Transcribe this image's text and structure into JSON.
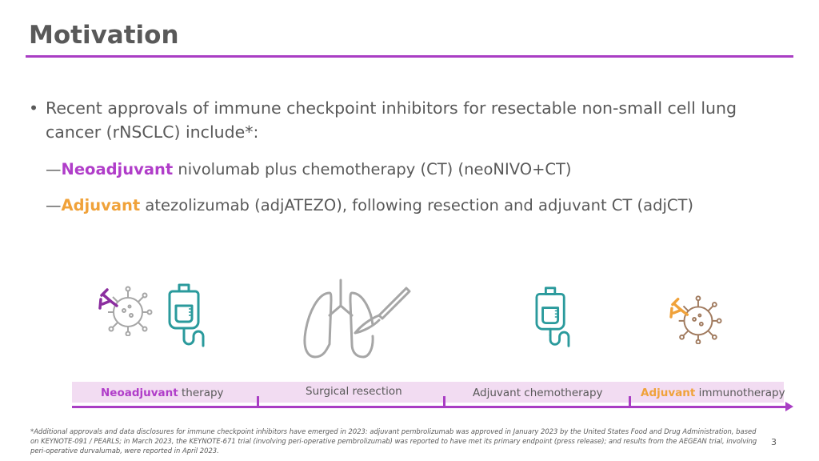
{
  "slide": {
    "title": "Motivation",
    "bullet": "Recent approvals of immune checkpoint inhibitors for resectable non-small cell lung cancer (rNSCLC) include*:",
    "sub_items": [
      {
        "dash": "—",
        "keyword": "Neoadjuvant",
        "text": " nivolumab plus chemotherapy (CT) (neoNIVO+CT)"
      },
      {
        "dash": "—",
        "keyword": "Adjuvant",
        "text": " atezolizumab (adjATEZO), following resection and adjuvant CT (adjCT)"
      }
    ],
    "phases": [
      {
        "keyword": "Neoadjuvant",
        "text": " therapy"
      },
      {
        "keyword": "",
        "text": "Surgical resection"
      },
      {
        "keyword": "",
        "text": "Adjuvant chemotherapy"
      },
      {
        "keyword": "Adjuvant",
        "text": " immunotherapy"
      }
    ],
    "footnote": "*Additional approvals and data disclosures for immune checkpoint inhibitors have emerged in 2023: adjuvant pembrolizumab was approved in January 2023 by the United States Food and Drug Administration, based on KEYNOTE-091 / PEARLS; in March 2023, the KEYNOTE-671 trial (involving peri-operative pembrolizumab) was reported to have met its primary endpoint (press release); and results from the AEGEAN trial, involving peri-operative durvalumab, were reported in April 2023.",
    "page_number": "3"
  },
  "icons": [
    "antibody-virus-icon",
    "iv-bag-icon",
    "lungs-icon",
    "scalpel-icon",
    "iv-bag-icon",
    "antibody-virus-icon"
  ],
  "colors": {
    "accent": "#a93ec4",
    "neoadjuvant": "#b03dc9",
    "adjuvant": "#f0a23a",
    "teal": "#2a9a9c",
    "gray": "#a6a6a6",
    "band": "#f2dcf2",
    "text": "#595959"
  }
}
